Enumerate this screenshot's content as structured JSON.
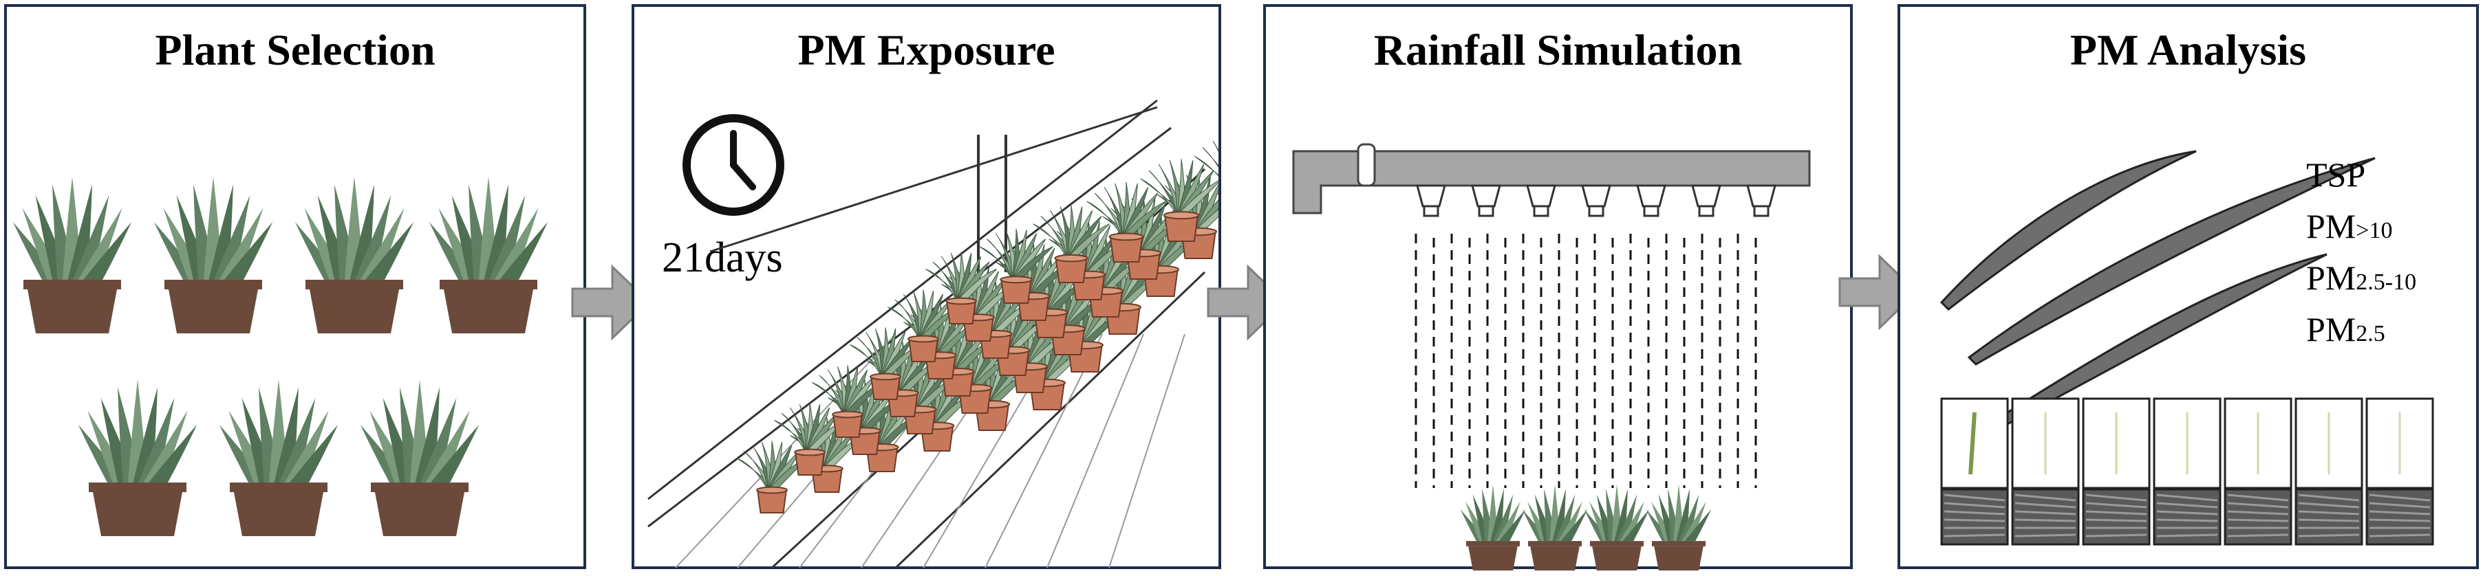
{
  "panels": [
    {
      "title": "Plant Selection"
    },
    {
      "title": "PM Exposure",
      "duration_label": "21days"
    },
    {
      "title": "Rainfall Simulation"
    },
    {
      "title": "PM Analysis",
      "fractions": [
        {
          "base": "TSP",
          "sub": ""
        },
        {
          "base": "PM",
          "sub": ">10"
        },
        {
          "base": "PM",
          "sub": "2.5-10"
        },
        {
          "base": "PM",
          "sub": "2.5"
        }
      ]
    }
  ],
  "colors": {
    "border": "#1f2d4a",
    "leaf": "#5e7f62",
    "leaf_light": "#8eaa8e",
    "pot": "#6b4a3c",
    "arrow": "#a6a6a6",
    "terracotta": "#c8785a"
  }
}
